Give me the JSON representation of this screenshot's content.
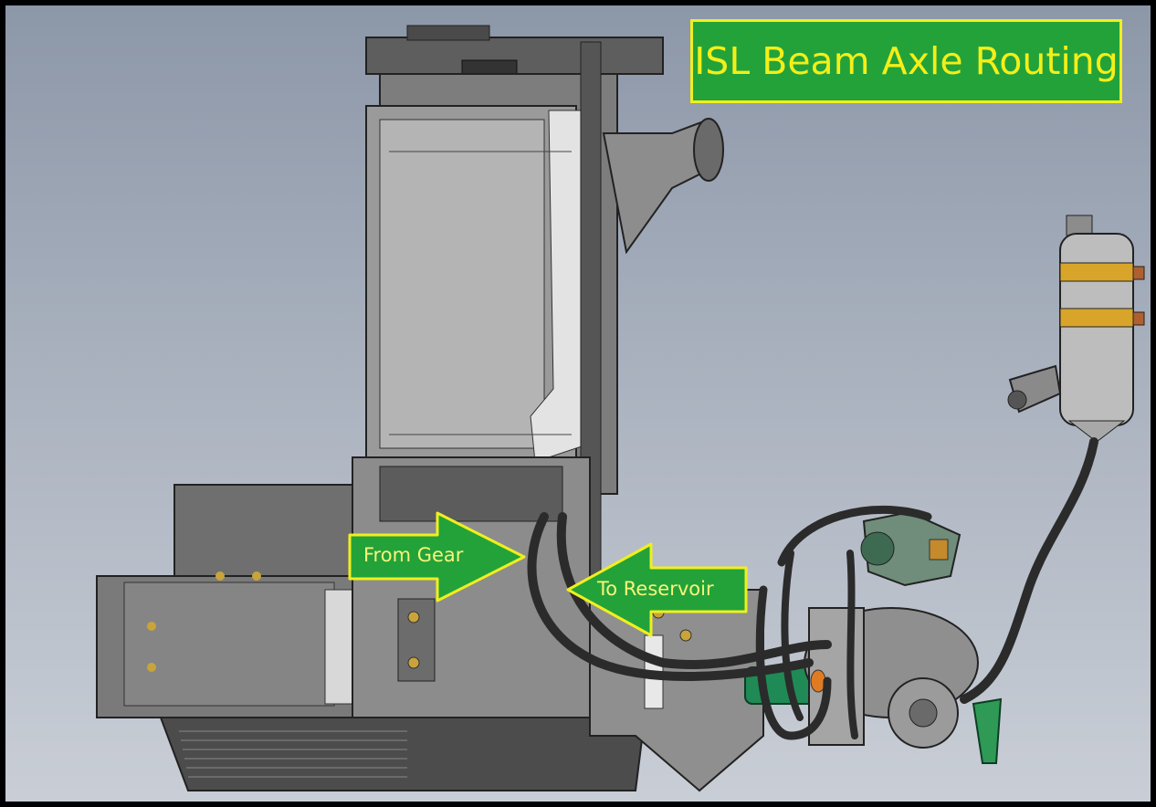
{
  "title": "ISL Beam Axle Routing",
  "callouts": {
    "from_gear": "From Gear",
    "to_reservoir": "To Reservoir"
  },
  "colors": {
    "callout_fill": "#23a23a",
    "callout_border": "#f0ef1e",
    "callout_text": "#f3ef19",
    "background": "#a3acb9",
    "part_gray": "#8a8a8a",
    "hose": "#2b2b2b",
    "fitting_green": "#1f8a55",
    "band_gold": "#d8a52a"
  }
}
